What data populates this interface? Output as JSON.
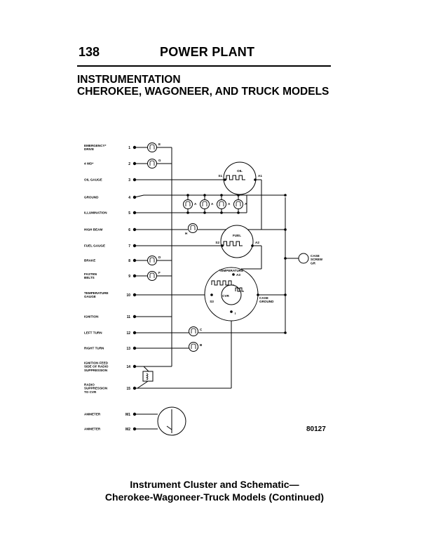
{
  "header": {
    "page_number": "138",
    "section": "POWER PLANT"
  },
  "title": {
    "line1": "INSTRUMENTATION",
    "line2": "CHEROKEE, WAGONEER, AND TRUCK MODELS"
  },
  "schematic": {
    "connectors": [
      {
        "label": [
          "EMERGENCY*",
          "DRIVE"
        ],
        "pin": "1"
      },
      {
        "label": [
          "4 WD*"
        ],
        "pin": "2"
      },
      {
        "label": [
          "OIL GAUGE"
        ],
        "pin": "3"
      },
      {
        "label": [
          "GROUND"
        ],
        "pin": "4"
      },
      {
        "label": [
          "ILLUMINATION"
        ],
        "pin": "5"
      },
      {
        "label": [
          "HIGH BEAM"
        ],
        "pin": "6"
      },
      {
        "label": [
          "FUEL GAUGE"
        ],
        "pin": "7"
      },
      {
        "label": [
          "BRAKE"
        ],
        "pin": "8"
      },
      {
        "label": [
          "FASTEN",
          "BELTS"
        ],
        "pin": "9"
      },
      {
        "label": [
          "TEMPERATURE",
          "GAUGE"
        ],
        "pin": "10"
      },
      {
        "label": [
          "IGNITION"
        ],
        "pin": "11"
      },
      {
        "label": [
          "LEFT TURN"
        ],
        "pin": "12"
      },
      {
        "label": [
          "RIGHT TURN"
        ],
        "pin": "13"
      },
      {
        "label": [
          "IGNITION FEED",
          "SIDE OF RADIO",
          "SUPPRESSION"
        ],
        "pin": "14"
      },
      {
        "label": [
          "RADIO",
          "SUPPRESSION",
          "TO CVR"
        ],
        "pin": "15"
      },
      {
        "label": [
          "AMMETER"
        ],
        "pin": "M1"
      },
      {
        "label": [
          "AMMETER"
        ],
        "pin": "M2"
      }
    ],
    "bulb_tags": {
      "emergency": "E",
      "four_wd": "G",
      "illum": "A",
      "high_beam": "H",
      "brake": "D",
      "belts": "F",
      "left_turn": "C",
      "right_turn": "B"
    },
    "oil_gauge": {
      "label": "OIL",
      "left_terminal": "S1",
      "right_terminal": "A1"
    },
    "fuel_gauge": {
      "label": "FUEL",
      "left_terminal": "S2",
      "right_terminal": "A2"
    },
    "temp_gauge": {
      "label": "TEMPERATURE",
      "cvr": "CVR",
      "s3": "S3",
      "a3": "A3",
      "i": "I"
    },
    "case_ground": [
      "CASE",
      "GROUND"
    ],
    "case_screw": [
      "CASE",
      "SCREW",
      "GR"
    ],
    "figure_number": "80127"
  },
  "caption": {
    "line1": "Instrument Cluster and Schematic—",
    "line2": "Cherokee-Wagoneer-Truck Models (Continued)"
  }
}
